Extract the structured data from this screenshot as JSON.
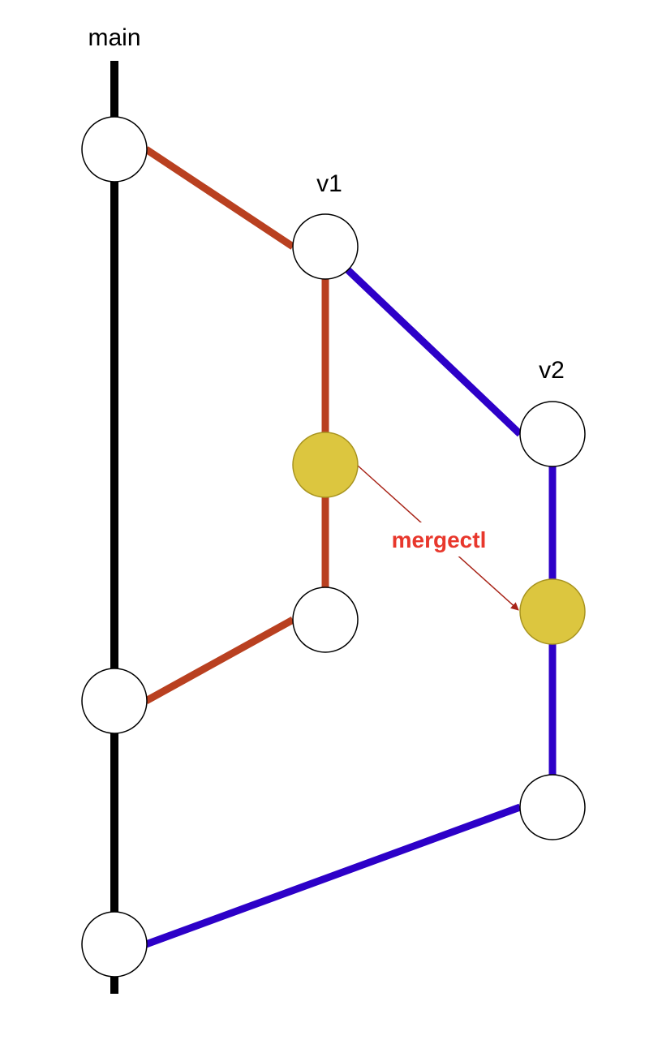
{
  "branches": {
    "main": {
      "label": "main",
      "color": "#000000"
    },
    "v1": {
      "label": "v1",
      "color": "#b94020"
    },
    "v2": {
      "label": "v2",
      "color": "#2d00c8"
    }
  },
  "merge": {
    "label": "mergectl",
    "label_color": "#e8372c",
    "arrow_color": "#a82418"
  },
  "node_colors": {
    "commit_fill": "#ffffff",
    "commit_stroke": "#000000",
    "highlight_fill": "#dcc63f",
    "highlight_stroke": "#a89420"
  }
}
